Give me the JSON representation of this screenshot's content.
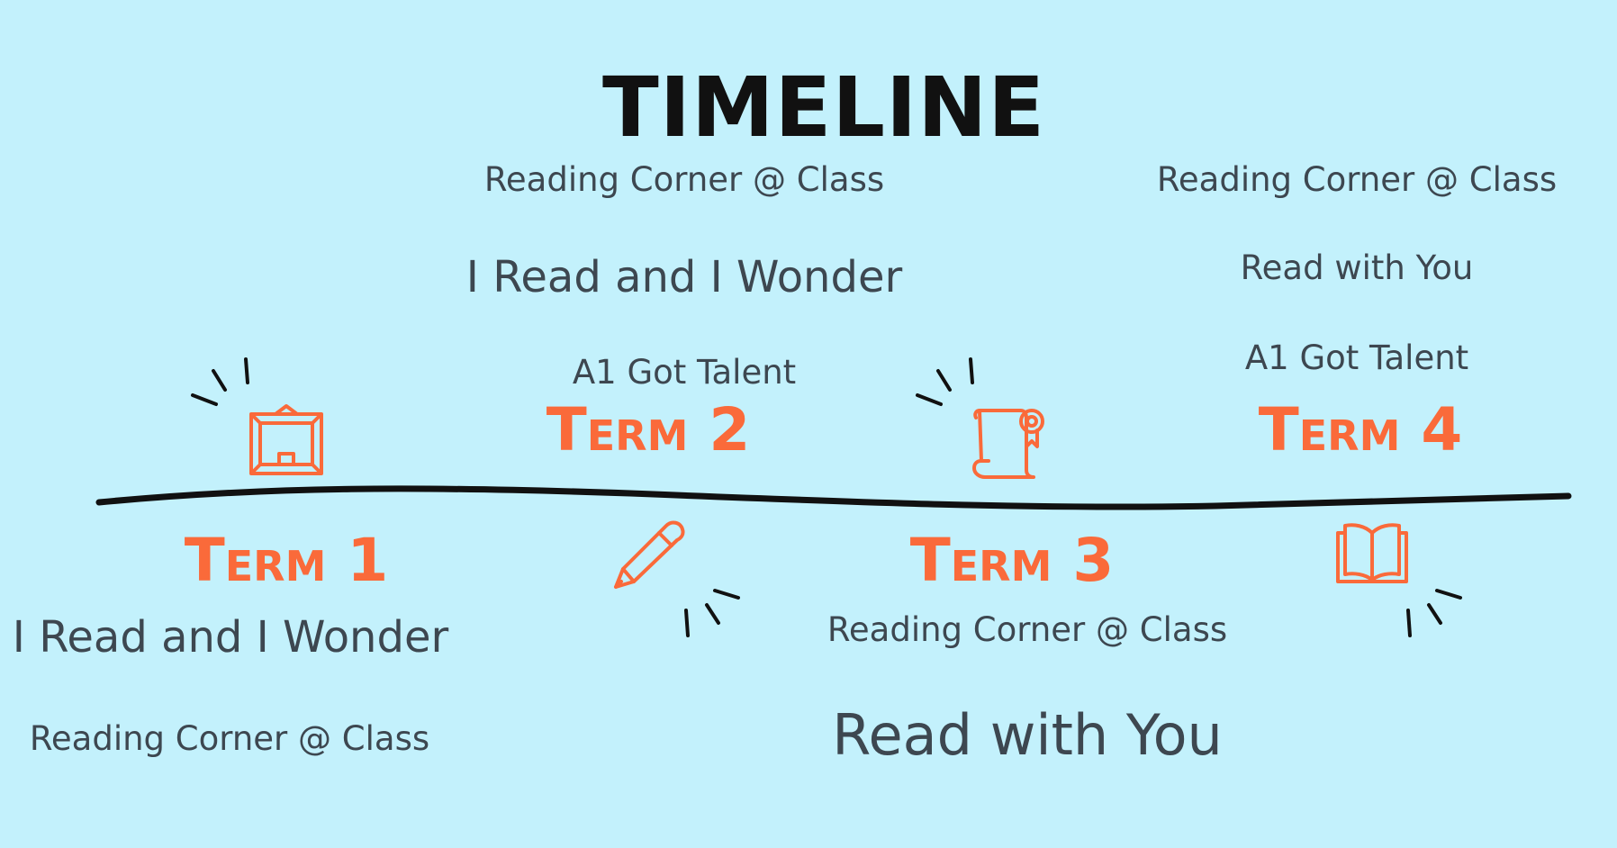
{
  "title": "TIMELINE",
  "terms": [
    {
      "label": "Term 1",
      "activities": [
        "I Read and I Wonder",
        "Reading Corner @ Class"
      ],
      "icon": "picture-frame-icon"
    },
    {
      "label": "Term 2",
      "activities": [
        "Reading Corner @ Class",
        "I Read and I Wonder",
        "A1 Got Talent"
      ],
      "icon": "pencil-icon"
    },
    {
      "label": "Term 3",
      "activities": [
        "Reading Corner @ Class",
        "Read with You"
      ],
      "icon": "certificate-scroll-icon"
    },
    {
      "label": "Term 4",
      "activities": [
        "Reading Corner @ Class",
        "Read with You",
        "A1 Got Talent"
      ],
      "icon": "open-book-icon"
    }
  ],
  "colors": {
    "background": "#c3f1fc",
    "accent": "#fa6a3a",
    "text": "#3d4750",
    "line": "#111111"
  }
}
